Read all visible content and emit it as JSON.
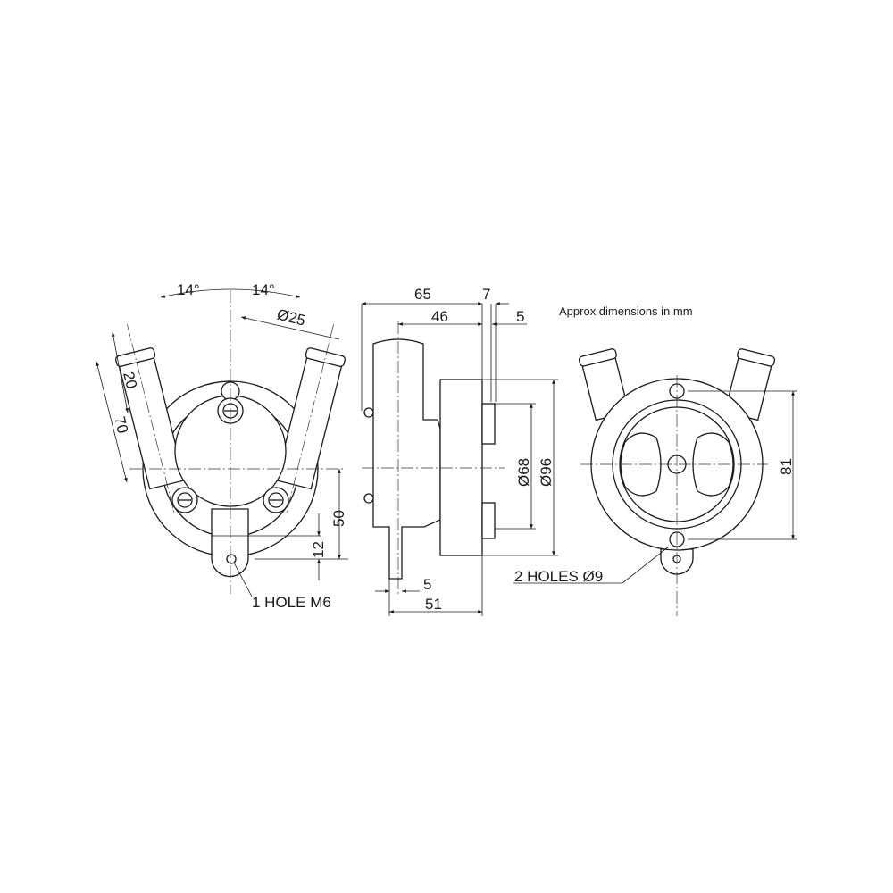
{
  "note": "Approx dimensions in mm",
  "front_view": {
    "angle_left": "14°",
    "angle_right": "14°",
    "pipe_diameter": "Ø25",
    "dim_20": "20",
    "dim_70": "70",
    "dim_50": "50",
    "dim_12": "12",
    "hole_label": "1 HOLE M6"
  },
  "side_view": {
    "dim_65": "65",
    "dim_7": "7",
    "dim_46": "46",
    "dim_5_top": "5",
    "dim_68": "Ø68",
    "dim_96": "Ø96",
    "dim_5_bottom": "5",
    "dim_51": "51"
  },
  "rear_view": {
    "dim_81": "81",
    "holes_label": "2 HOLES Ø9"
  }
}
